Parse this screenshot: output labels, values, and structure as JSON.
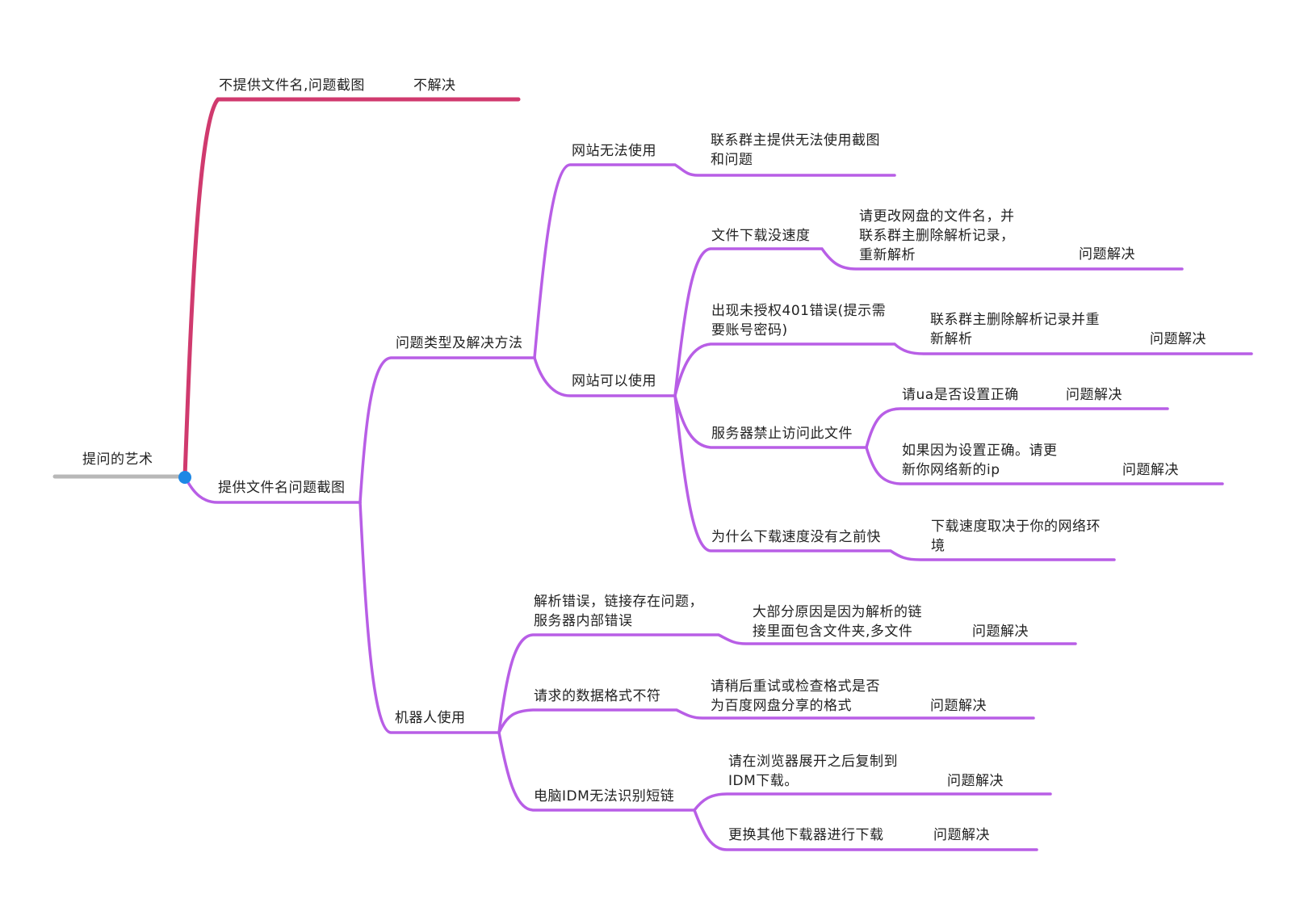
{
  "root": "提问的艺术",
  "colors": {
    "root_line": "#b8b8b8",
    "branch_red": "#d03a6e",
    "branch_purple": "#b85ee6",
    "dot": "#1e88e5"
  },
  "nodes": {
    "n1": "不提供文件名,问题截图",
    "n1a": "不解决",
    "n2": "提供文件名问题截图",
    "n3": "问题类型及解决方法",
    "n4": "网站无法使用",
    "n4a": [
      "联系群主提供无法使用截图",
      "和问题"
    ],
    "n5": "网站可以使用",
    "n6": "文件下载没速度",
    "n6a": [
      "请更改网盘的文件名，并",
      "联系群主删除解析记录，",
      "重新解析"
    ],
    "n6b": "问题解决",
    "n7": [
      "出现未授权401错误(提示需",
      "要账号密码)"
    ],
    "n7a": [
      "联系群主删除解析记录并重",
      "新解析"
    ],
    "n7b": "问题解决",
    "n8": "服务器禁止访问此文件",
    "n8a": "请ua是否设置正确",
    "n8b": "问题解决",
    "n8c": [
      "如果因为设置正确。请更",
      "新你网络新的ip"
    ],
    "n8d": "问题解决",
    "n9": "为什么下载速度没有之前快",
    "n9a": [
      "下载速度取决于你的网络环",
      "境"
    ],
    "n10": "机器人使用",
    "n11": [
      "解析错误，链接存在问题，",
      "服务器内部错误"
    ],
    "n11a": [
      "大部分原因是因为解析的链",
      "接里面包含文件夹,多文件"
    ],
    "n11b": "问题解决",
    "n12": "请求的数据格式不符",
    "n12a": [
      "请稍后重试或检查格式是否",
      "为百度网盘分享的格式"
    ],
    "n12b": "问题解决",
    "n13": "电脑IDM无法识别短链",
    "n13a": [
      "请在浏览器展开之后复制到",
      "IDM下载。"
    ],
    "n13b": "问题解决",
    "n13c": "更换其他下载器进行下载",
    "n13d": "问题解决"
  }
}
